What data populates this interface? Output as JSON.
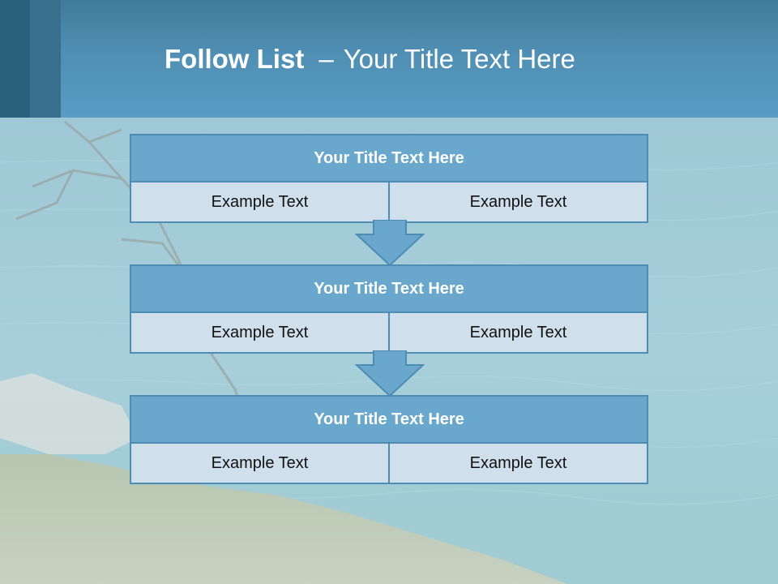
{
  "title": {
    "bold": "Follow List",
    "separator": "–",
    "rest": "Your Title Text Here"
  },
  "steps": [
    {
      "title": "Your Title Text Here",
      "left": "Example Text",
      "right": "Example Text"
    },
    {
      "title": "Your Title Text Here",
      "left": "Example Text",
      "right": "Example Text"
    },
    {
      "title": "Your Title Text Here",
      "left": "Example Text",
      "right": "Example Text"
    }
  ],
  "colors": {
    "header": "#5a9cc4",
    "box_title": "#6aa7cc",
    "box_body": "#cfdfeb",
    "border": "#4d8db4"
  }
}
